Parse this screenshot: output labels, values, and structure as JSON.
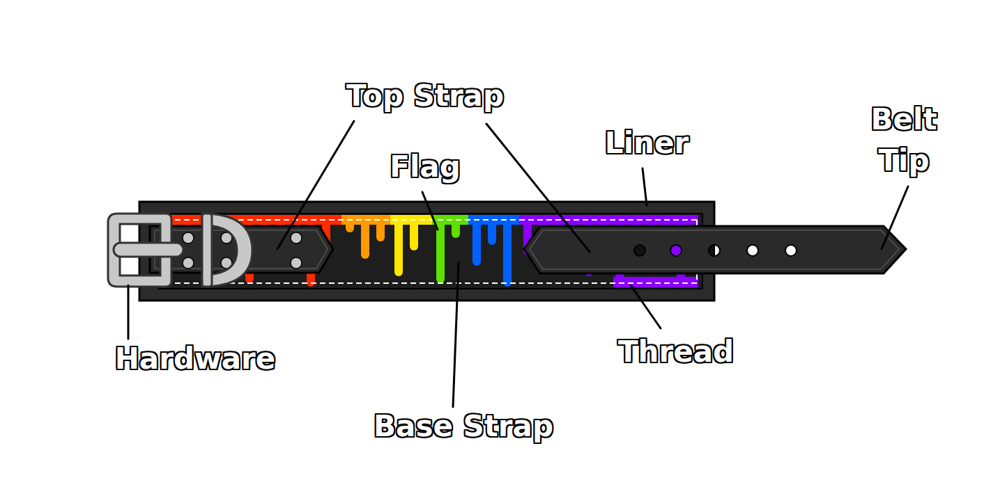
{
  "diagram": {
    "labels": [
      "Top Strap",
      "Flag",
      "Liner",
      "Belt Tip",
      "Hardware",
      "Base Strap",
      "Thread"
    ]
  }
}
